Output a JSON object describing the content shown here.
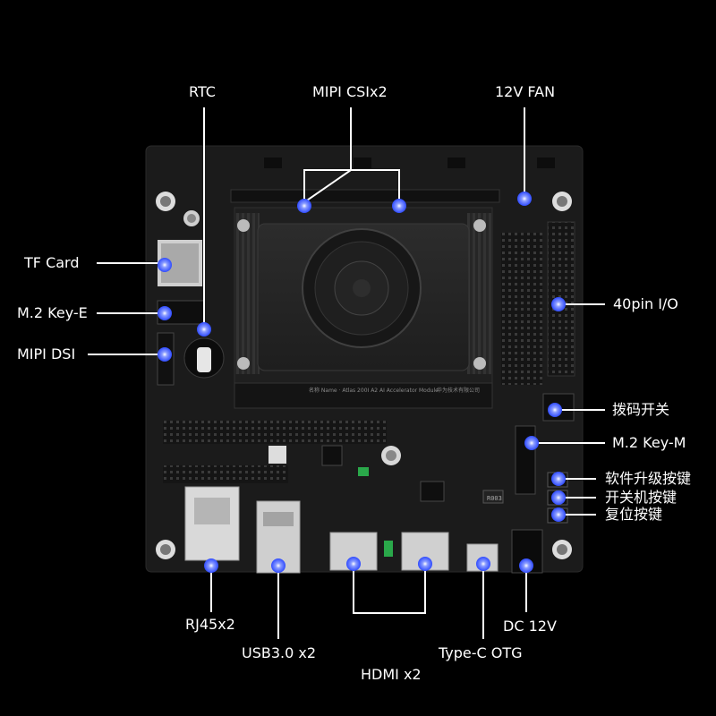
{
  "labels": {
    "rtc": "RTC",
    "mipi_csi": "MIPI CSIx2",
    "fan": "12V FAN",
    "tf_card": "TF Card",
    "m2_key_e": "M.2 Key-E",
    "mipi_dsi": "MIPI DSI",
    "pin40_io": "40pin  I/O",
    "dip_switch": "拨码开关",
    "m2_key_m": "M.2 Key-M",
    "fw_upgrade_btn": "软件升级按键",
    "power_btn": "开关机按键",
    "reset_btn": "复位按键",
    "rj45": "RJ45x2",
    "usb30": "USB3.0 x2",
    "hdmi": "HDMI x2",
    "typec_otg": "Type-C OTG",
    "dc12v": "DC 12V"
  },
  "board_print": {
    "module_text": "名称 Name · Atlas 200I A2 AI Accelerator Module",
    "vendor_text": "华为技术有限公司",
    "chip_text": "R003"
  },
  "colors": {
    "background": "#000000",
    "board": "#1b1b1b",
    "leader_line": "#ffffff",
    "marker": "#3d5cff"
  }
}
